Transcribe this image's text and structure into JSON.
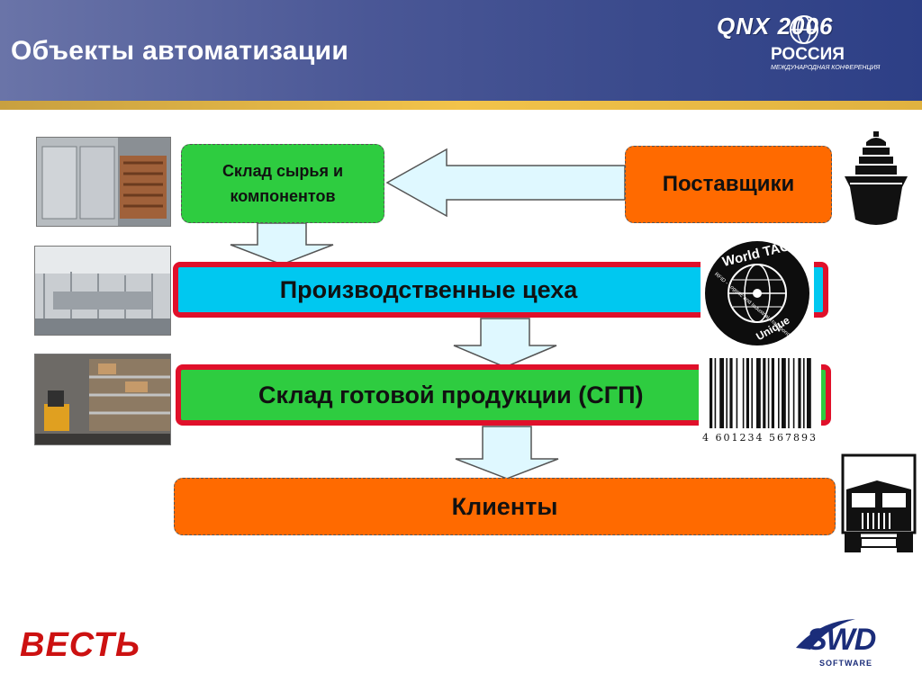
{
  "slide": {
    "title": "Объекты автоматизации"
  },
  "logo": {
    "event": "QNX 2006",
    "country": "РОССИЯ",
    "subtitle": "МЕЖДУНАРОДНАЯ КОНФЕРЕНЦИЯ"
  },
  "diagram": {
    "raw_store": "Склад сырья и компонентов",
    "suppliers": "Поставщики",
    "production": "Производственные цеха",
    "finished_store": "Склад готовой продукции (СГП)",
    "customers": "Клиенты"
  },
  "rfid_tag": {
    "top_text": "World TAG",
    "bottom_text": "Unique",
    "ring_text": "RFID - Logistic and Industrial Transponder"
  },
  "barcode": {
    "digits": "4 601234 567893"
  },
  "brands": {
    "left": "ВЕСТЬ",
    "right": "SWD",
    "right_sub": "SOFTWARE"
  },
  "colors": {
    "header": "#3a4a8c",
    "accent_line": "#f2c34a",
    "green": "#2ecc40",
    "orange": "#ff6a00",
    "cyan": "#00c8f0",
    "red_border": "#e0102a",
    "arrow_fill": "#dff8ff"
  }
}
